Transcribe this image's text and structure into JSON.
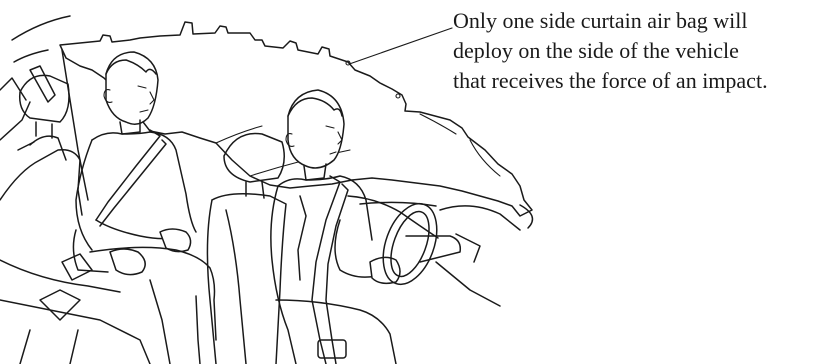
{
  "illustration": {
    "caption_lines": [
      "Only one side curtain air bag will",
      "deploy on the side of the vehicle",
      "that receives the force of an impact."
    ],
    "icons": [
      "curtain-air-bag-icon",
      "rear-passenger-icon",
      "driver-icon",
      "steering-wheel-icon",
      "seat-belt-icon"
    ]
  }
}
